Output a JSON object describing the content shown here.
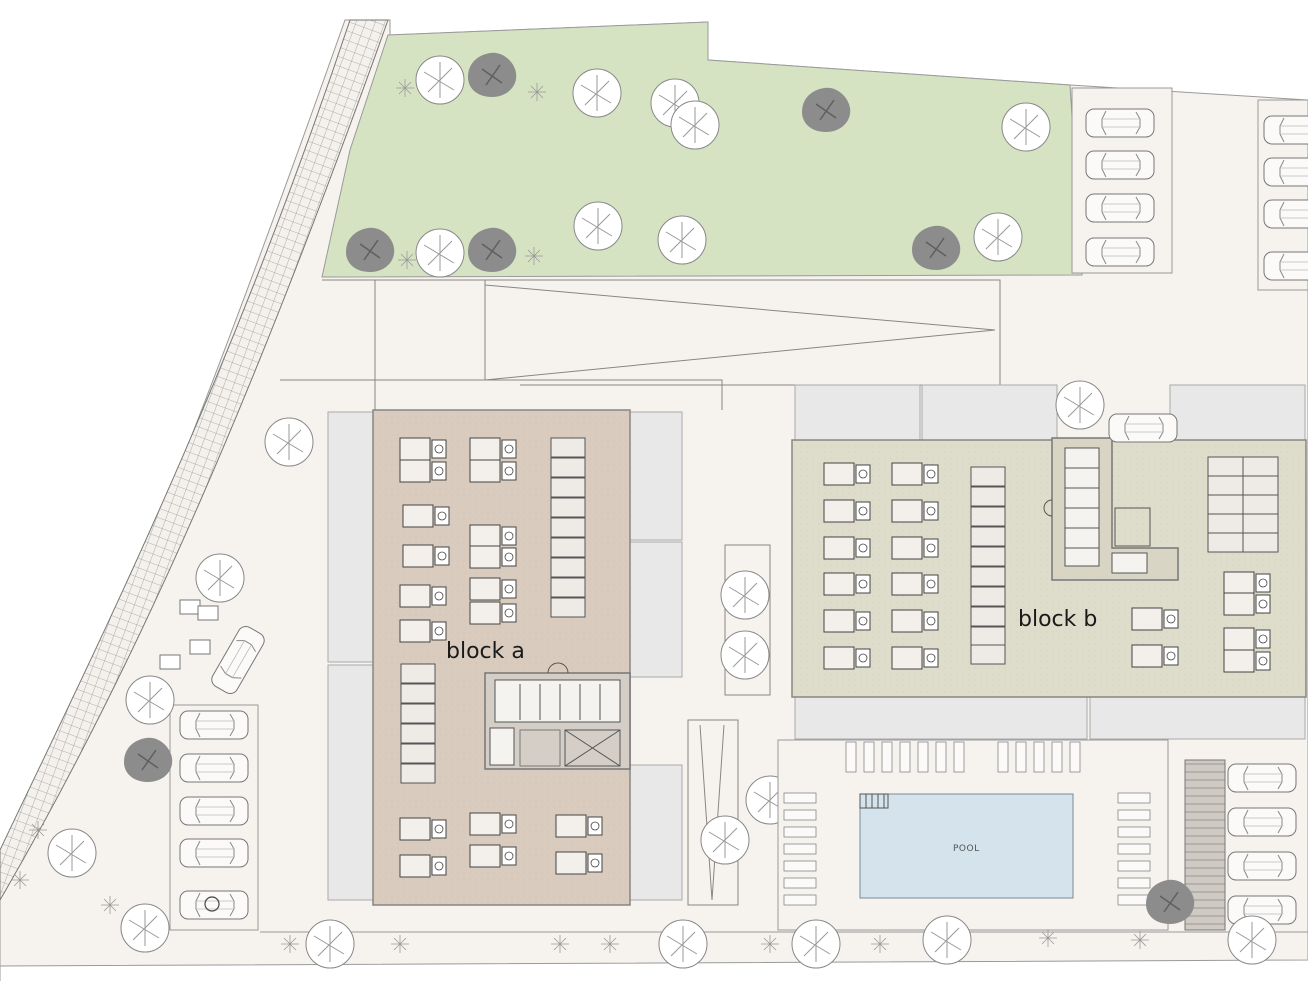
{
  "labels": {
    "block_a": "block a",
    "block_b": "block b",
    "pool": "POOL"
  },
  "colors": {
    "background": "#ffffff",
    "ground": "#f6f3ef",
    "garden": "#d6e3c2",
    "block_a_floor": "#d9ccbe",
    "block_b_floor": "#dedcca",
    "balcony": "#e8e8e8",
    "pool_water": "#d4e3ec",
    "line": "#8a8580",
    "paving_grid": "#9a9a9a",
    "tree_dark": "#8a8a8a"
  },
  "icons": [
    "tree-icon",
    "shrub-icon",
    "car-icon",
    "accessible-parking-icon",
    "bed-icon",
    "table-icon",
    "sofa-icon",
    "stairs-icon",
    "elevator-icon"
  ],
  "site": {
    "blocks": [
      "block a",
      "block b"
    ],
    "amenities": [
      "pool",
      "garden",
      "parking",
      "sun loungers"
    ]
  }
}
